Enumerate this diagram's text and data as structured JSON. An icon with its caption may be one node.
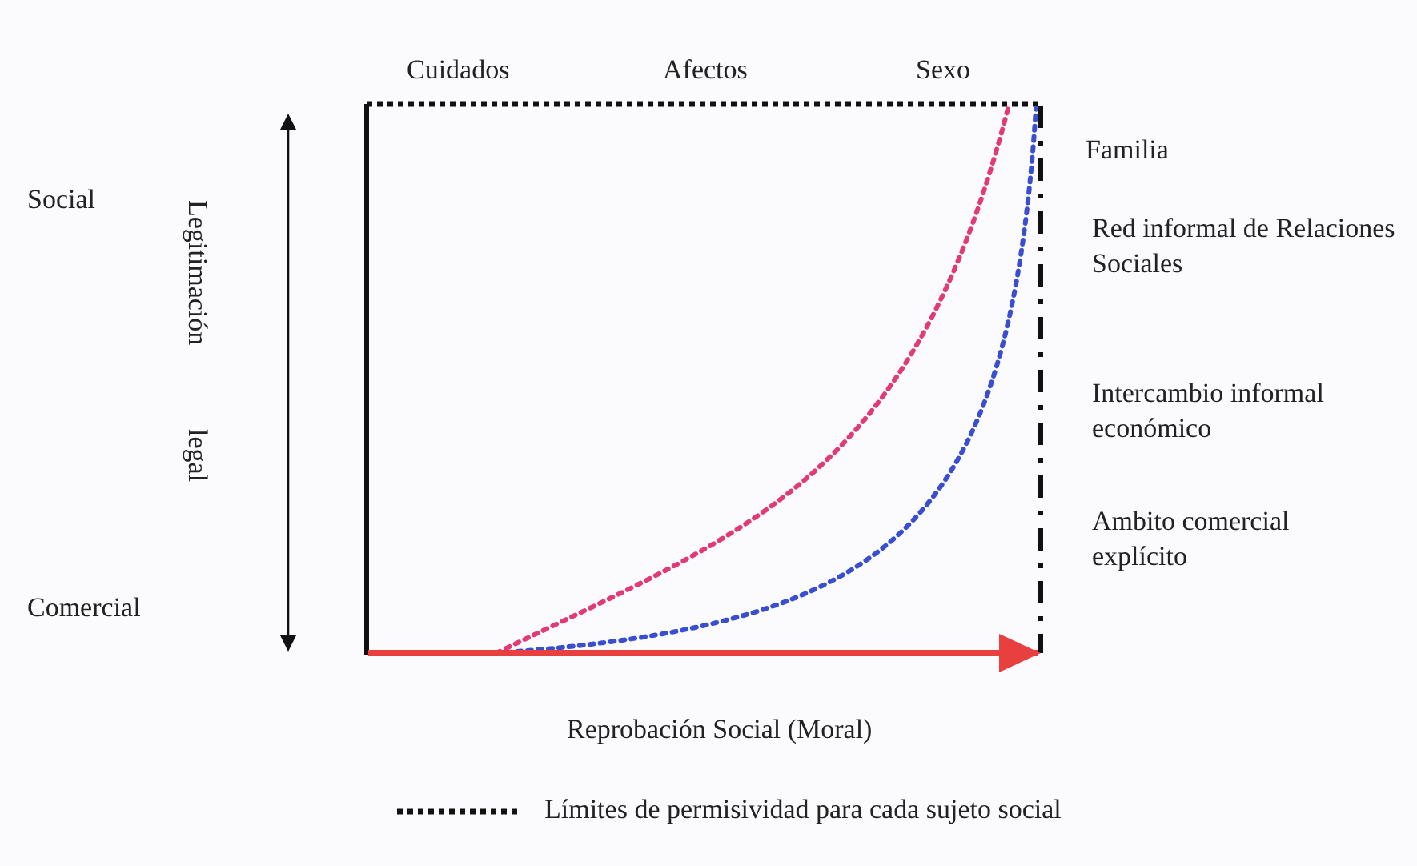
{
  "diagram": {
    "labels": [
      "Cuidados",
      "Afectos",
      "Sexo",
      "Social",
      "Legitimación",
      "legal",
      "Comercial",
      "Familia",
      "Red informal de Relaciones Sociales",
      "Intercambio informal económico",
      "Ambito comercial explícito",
      "Reprobación Social (Moral)"
    ],
    "legend": [
      {
        "text": "Límites de permisividad para cada sujeto social"
      }
    ]
  }
}
